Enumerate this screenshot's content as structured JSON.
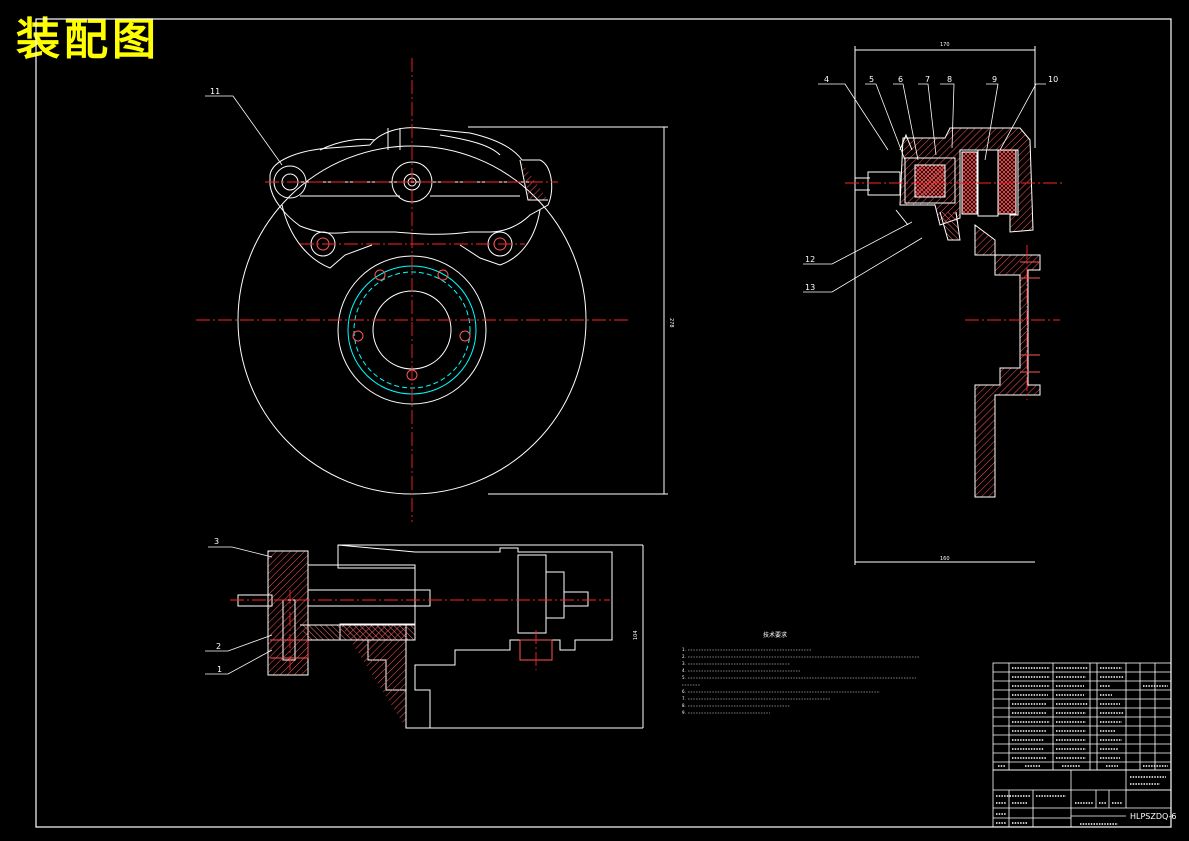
{
  "title": "装配图",
  "drawing_number": "HLPSZDQ-6",
  "balloons": [
    "1",
    "2",
    "3",
    "4",
    "5",
    "6",
    "7",
    "8",
    "9",
    "10",
    "11",
    "12",
    "13"
  ],
  "technical_requirements": {
    "heading": "技术要求",
    "items": [
      "1.",
      "2.",
      "3.",
      "4.",
      "5.",
      "6.",
      "7.",
      "8.",
      "9."
    ]
  },
  "colors": {
    "background": "#000000",
    "outline": "#ffffff",
    "centerline": "#ff0000",
    "bolt_circle": "#00ffff",
    "hatch": "#ff5555",
    "title": "#ffff00"
  }
}
